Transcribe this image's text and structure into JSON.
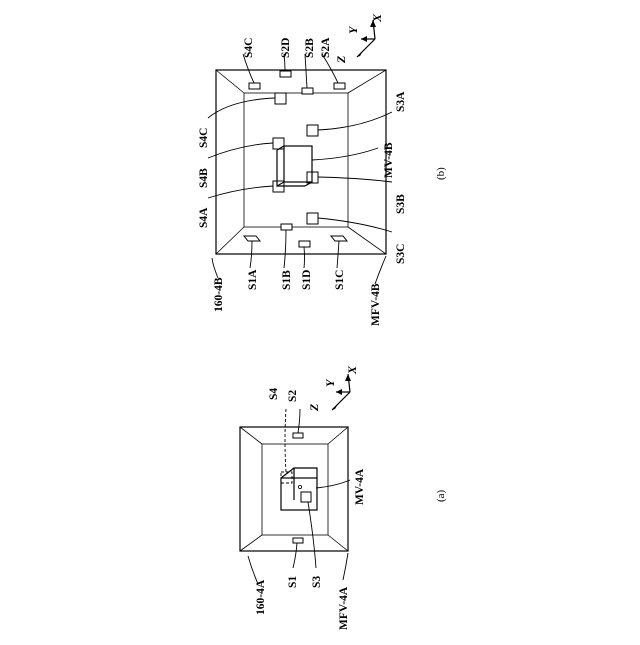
{
  "figure_a": {
    "caption": "(a)",
    "device": "160-4A",
    "sensors": {
      "s1": "S1",
      "s2": "S2",
      "s3": "S3",
      "s4": "S4"
    },
    "volume": "MFV-4A",
    "measurement_volume": "MV-4A",
    "axes": {
      "x": "X",
      "y": "Y",
      "z": "Z"
    }
  },
  "figure_b": {
    "caption": "(b)",
    "device": "160-4B",
    "sensors": {
      "s1a": "S1A",
      "s1b": "S1B",
      "s1c": "S1C",
      "s1d": "S1D",
      "s2a": "S2A",
      "s2b": "S2B",
      "s2d": "S2D",
      "s3a": "S3A",
      "s3b": "S3B",
      "s3c": "S3C",
      "s4a": "S4A",
      "s4b": "S4B",
      "s4c": "S4C"
    },
    "volume": "MFV-4B",
    "measurement_volume": "MV-4B",
    "axes": {
      "x": "X",
      "y": "Y",
      "z": "Z"
    }
  }
}
